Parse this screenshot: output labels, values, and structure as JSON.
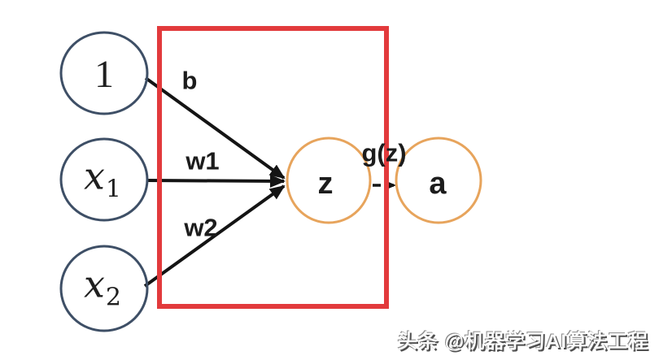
{
  "diagram": {
    "title": "single-neuron-network",
    "nodes": {
      "bias": {
        "label": "1"
      },
      "x1": {
        "label": "x",
        "sub": "1"
      },
      "x2": {
        "label": "x",
        "sub": "2"
      },
      "neuron": {
        "label": "z"
      },
      "output": {
        "label": "a"
      }
    },
    "edges": {
      "bias_weight": {
        "label": "b"
      },
      "weight1": {
        "label": "w1"
      },
      "weight2": {
        "label": "w2"
      },
      "activation": {
        "label": "g(z)"
      }
    },
    "colors": {
      "input_node_stroke": "#3e4f66",
      "neuron_node_stroke": "#e7a45c",
      "weight_box_stroke": "#e23a3c",
      "arrow": "#141414",
      "background": "#ffffff"
    }
  },
  "watermark": {
    "text": "头条 @机器学习AI算法工程"
  }
}
